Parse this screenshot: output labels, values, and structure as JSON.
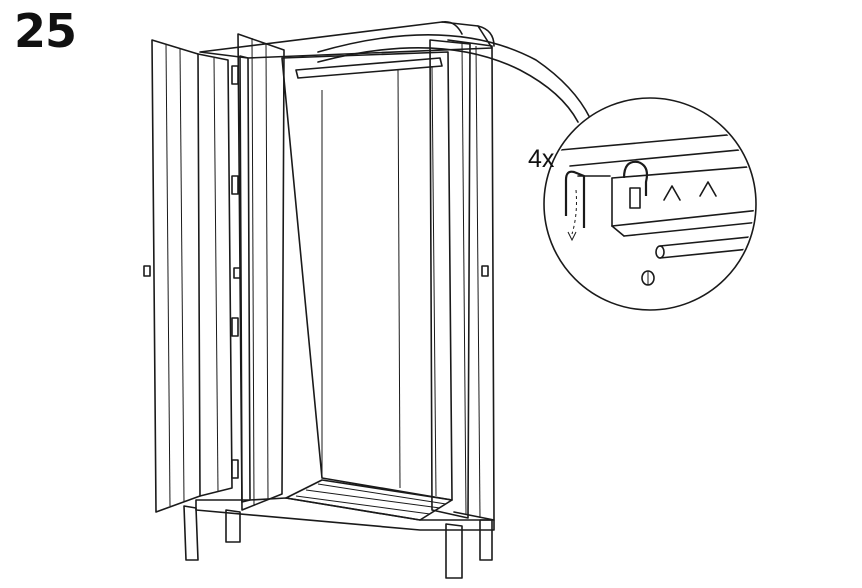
{
  "step": {
    "number": "25"
  },
  "detail": {
    "quantity": "4x"
  },
  "icons": {
    "cabinet": "wardrobe-cabinet-open-doors",
    "callout": "zoom-detail-circle",
    "hook": "hanging-rail-hook",
    "arrow": "insert-down-arrow"
  },
  "colors": {
    "line": "#1a1a1a",
    "background": "#ffffff"
  }
}
